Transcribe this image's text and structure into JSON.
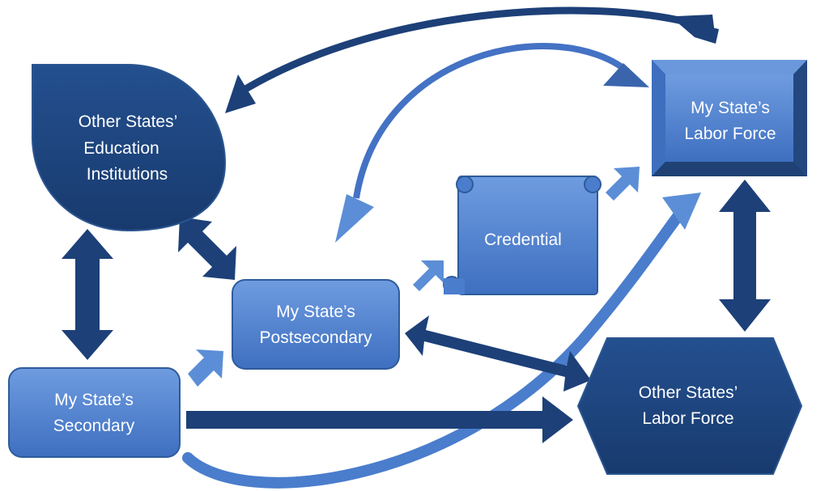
{
  "nodes": {
    "other_states_education": {
      "line1": "Other States’",
      "line2": "Education",
      "line3": "Institutions"
    },
    "my_state_labor_force": {
      "line1": "My State’s",
      "line2": "Labor Force"
    },
    "credential": {
      "line1": "Credential"
    },
    "my_state_postsecondary": {
      "line1": "My State’s",
      "line2": "Postsecondary"
    },
    "my_state_secondary": {
      "line1": "My State’s",
      "line2": "Secondary"
    },
    "other_states_labor_force": {
      "line1": "Other States’",
      "line2": "Labor Force"
    }
  },
  "colors": {
    "dark_navy": "#1d4078",
    "mid_blue": "#4472c4",
    "light_blue": "#5b8ed6",
    "outline": "#2e5b9a"
  }
}
